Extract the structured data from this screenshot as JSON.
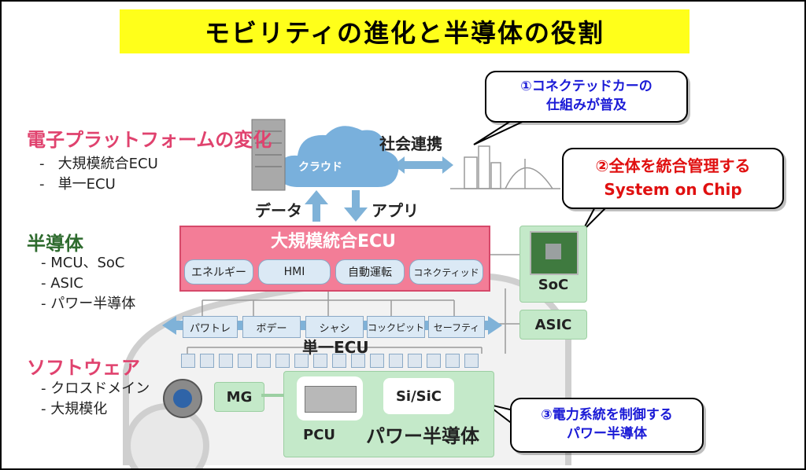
{
  "title": "モビリティの進化と半導体の役割",
  "left": {
    "platform": {
      "heading": "電子プラットフォームの変化",
      "items": [
        "大規模統合ECU",
        "単一ECU"
      ]
    },
    "semiconductor": {
      "heading": "半導体",
      "items": [
        "MCU、SoC",
        "ASIC",
        "パワー半導体"
      ]
    },
    "software": {
      "heading": "ソフトウェア",
      "items": [
        "クロスドメイン",
        "大規模化"
      ]
    }
  },
  "cloud": {
    "label": "クラウド",
    "data_label": "データ",
    "app_label": "アプリ",
    "society_label": "社会連携"
  },
  "callouts": {
    "c1": {
      "line1": "①コネクテッドカーの",
      "line2": "仕組みが普及"
    },
    "c2": {
      "line1": "②全体を統合管理する",
      "line2": "System on Chip"
    },
    "c3": {
      "line1": "③電力系統を制御する",
      "line2": "パワー半導体"
    }
  },
  "big_ecu": {
    "label": "大規模統合ECU",
    "modules": [
      "エネルギー",
      "HMI",
      "自動運転",
      "コネクティッド"
    ]
  },
  "domains": [
    "パワトレ",
    "ボデー",
    "シャシ",
    "コックピット",
    "セーフティ"
  ],
  "single_ecu_label": "単一ECU",
  "chips": {
    "soc": "SoC",
    "asic": "ASIC",
    "mg": "MG",
    "pcu": "PCU",
    "sisic": "Si/SiC",
    "power": "パワー半導体"
  },
  "colors": {
    "title_bg": "#ffff1a",
    "pink": "#e0426e",
    "green": "#2e6b2e",
    "blue_text": "#1a1ad6",
    "red_text": "#e01010",
    "ecu_pink": "#f37d97",
    "chip_green": "#c4e9c9"
  }
}
